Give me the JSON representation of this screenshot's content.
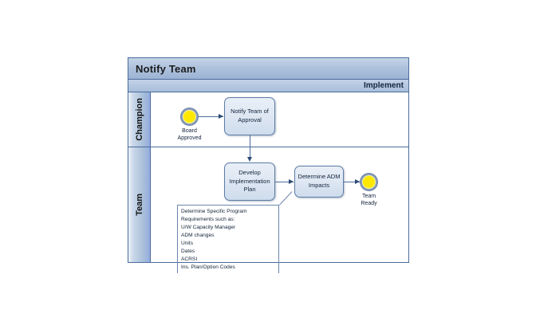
{
  "pool": {
    "title": "Notify Team",
    "phase_label": "Implement",
    "accent_border": "#4a6c9b",
    "title_bar_color": "#aec2dc",
    "lane_header_color": "#a8bed9"
  },
  "lanes": [
    {
      "id": "champion",
      "label": "Champion"
    },
    {
      "id": "team",
      "label": "Team"
    }
  ],
  "events": [
    {
      "id": "board-approved",
      "label": "Board\nApproved",
      "label_line1": "Board",
      "label_line2": "Approved",
      "type": "start",
      "color": "#ffe800"
    },
    {
      "id": "team-ready",
      "label": "Team\nReady",
      "label_line1": "Team",
      "label_line2": "Ready",
      "type": "end",
      "color": "#ffe800"
    }
  ],
  "tasks": [
    {
      "id": "notify-team-of-approval",
      "label": "Notify Team of Approval",
      "lane": "champion"
    },
    {
      "id": "develop-implementation-plan",
      "label": "Develop Implementation Plan",
      "lane": "team"
    },
    {
      "id": "determine-adm-impacts",
      "label": "Determine ADM Impacts",
      "lane": "team"
    }
  ],
  "annotation": {
    "attached_to": "develop-implementation-plan",
    "lines": [
      "Determine Specific Program",
      "Requirements such as:",
      "U/W Capacity Manager",
      "ADM changes",
      "Units",
      "Dates",
      "ACRSI",
      "Ins. Plan/Option Codes"
    ]
  },
  "flows": [
    {
      "from": "board-approved",
      "to": "notify-team-of-approval"
    },
    {
      "from": "notify-team-of-approval",
      "to": "develop-implementation-plan"
    },
    {
      "from": "develop-implementation-plan",
      "to": "determine-adm-impacts"
    },
    {
      "from": "determine-adm-impacts",
      "to": "team-ready"
    }
  ]
}
